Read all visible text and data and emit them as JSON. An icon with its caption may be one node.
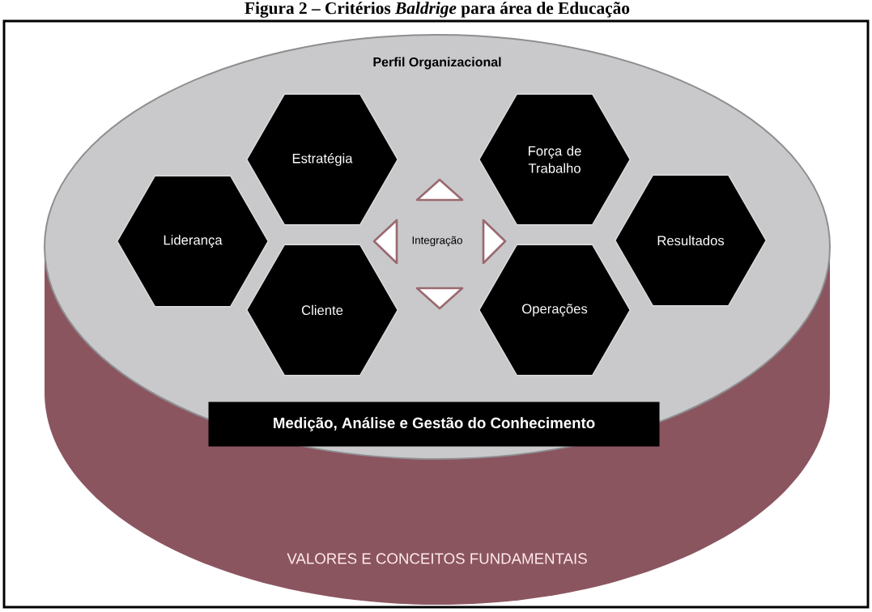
{
  "diagram": {
    "title": "Figura 2 – Critérios *Baldrige* para área de Educação",
    "nodes": [
      {
        "text": [
          "Perfil Organizacional",
          "VALORES E CONCEITOS FUNDAMENTAIS"
        ]
      },
      {
        "text": [
          "Liderança"
        ],
        "in": 0
      },
      {
        "text": [
          "Estratégia"
        ],
        "in": 0
      },
      {
        "text": [
          "Cliente"
        ],
        "in": 0
      },
      {
        "text": [
          "Integração"
        ],
        "in": 0
      },
      {
        "text": [
          "Força de Trabalho"
        ],
        "in": 0
      },
      {
        "text": [
          "Operações"
        ],
        "in": 0
      },
      {
        "text": [
          "Resultados"
        ],
        "in": 0
      },
      {
        "text": [
          "Medição, Análise e Gestão do Conhecimento"
        ],
        "in": 0
      },
      {
        "text": [],
        "shape": "triangle",
        "in": 0
      },
      {
        "text": [],
        "shape": "triangle",
        "in": 0
      },
      {
        "text": [],
        "shape": "triangle",
        "in": 0
      },
      {
        "text": [],
        "shape": "triangle",
        "in": 0
      }
    ]
  }
}
